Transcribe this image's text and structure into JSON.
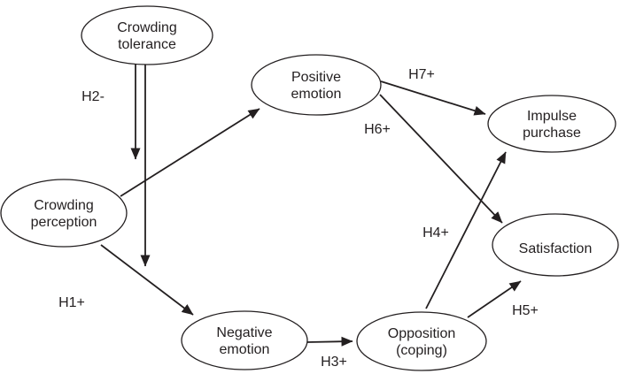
{
  "figure": {
    "kind": "hypothesis-path-diagram"
  },
  "colors": {
    "stroke": "#231f20",
    "text": "#231f20",
    "node_fill": "#ffffff",
    "background": "#ffffff"
  },
  "nodes": {
    "crowding_tolerance": {
      "line1": "Crowding",
      "line2": "tolerance"
    },
    "crowding_perception": {
      "line1": "Crowding",
      "line2": "perception"
    },
    "positive_emotion": {
      "line1": "Positive",
      "line2": "emotion"
    },
    "negative_emotion": {
      "line1": "Negative",
      "line2": "emotion"
    },
    "opposition_coping": {
      "line1": "Opposition",
      "line2": "(coping)"
    },
    "impulse_purchase": {
      "line1": "Impulse",
      "line2": "purchase"
    },
    "satisfaction": {
      "line1": "Satisfaction"
    }
  },
  "edges": [
    {
      "name": "perception-to-positive-emotion",
      "from": "crowding_perception",
      "to": "positive_emotion",
      "label": ""
    },
    {
      "name": "perception-to-negative-emotion",
      "from": "crowding_perception",
      "to": "negative_emotion",
      "label": "H1+"
    },
    {
      "name": "tolerance-moderation",
      "from": "crowding_tolerance",
      "to": "crowding_perception_outgoing_paths",
      "label": "H2-",
      "style": "double-vertical-arrows"
    },
    {
      "name": "negative-emotion-to-opposition",
      "from": "negative_emotion",
      "to": "opposition_coping",
      "label": "H3+"
    },
    {
      "name": "opposition-to-impulse-purchase",
      "from": "opposition_coping",
      "to": "impulse_purchase",
      "label": "H4+"
    },
    {
      "name": "opposition-to-satisfaction",
      "from": "opposition_coping",
      "to": "satisfaction",
      "label": "H5+"
    },
    {
      "name": "positive-emotion-to-satisfaction",
      "from": "positive_emotion",
      "to": "satisfaction",
      "label": "H6+"
    },
    {
      "name": "positive-emotion-to-impulse-purchase",
      "from": "positive_emotion",
      "to": "impulse_purchase",
      "label": "H7+"
    }
  ]
}
